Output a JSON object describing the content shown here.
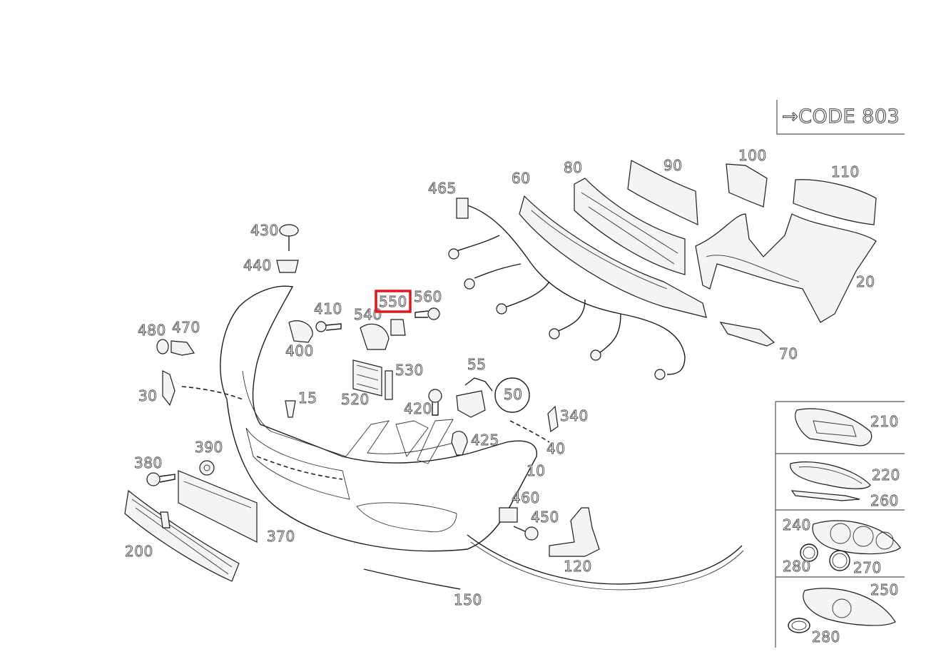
{
  "diagram": {
    "code_label": "→CODE 803",
    "highlight_color": "#e4141b",
    "highlighted_part": "550",
    "labels": [
      "10",
      "15",
      "20",
      "30",
      "40",
      "50",
      "55",
      "60",
      "70",
      "80",
      "90",
      "100",
      "110",
      "120",
      "150",
      "200",
      "210",
      "220",
      "240",
      "250",
      "260",
      "270",
      "280",
      "280",
      "340",
      "370",
      "380",
      "390",
      "400",
      "410",
      "420",
      "425",
      "430",
      "440",
      "450",
      "460",
      "465",
      "470",
      "480",
      "520",
      "530",
      "540",
      "550",
      "560"
    ]
  }
}
